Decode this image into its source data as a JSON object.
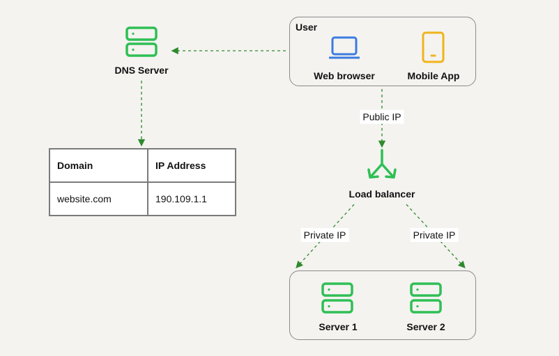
{
  "user_group": {
    "title": "User",
    "clients": [
      {
        "label": "Web browser",
        "icon": "laptop-icon"
      },
      {
        "label": "Mobile App",
        "icon": "mobile-phone-icon"
      }
    ]
  },
  "dns_server": {
    "label": "DNS Server",
    "icon": "server-icon"
  },
  "dns_table": {
    "headers": [
      "Domain",
      "IP Address"
    ],
    "rows": [
      [
        "website.com",
        "190.109.1.1"
      ]
    ]
  },
  "load_balancer": {
    "label": "Load balancer",
    "icon": "load-balancer-icon"
  },
  "server_group": {
    "servers": [
      {
        "label": "Server 1",
        "icon": "server-icon"
      },
      {
        "label": "Server 2",
        "icon": "server-icon"
      }
    ]
  },
  "edges": {
    "public_ip": "Public IP",
    "private_ip_left": "Private IP",
    "private_ip_right": "Private IP"
  },
  "colors": {
    "server_green": "#2fbf55",
    "arrow_green": "#2d8a2d",
    "laptop_blue": "#3b7be0",
    "phone_yellow": "#f0b41c",
    "box_border": "#8a8a8a"
  }
}
